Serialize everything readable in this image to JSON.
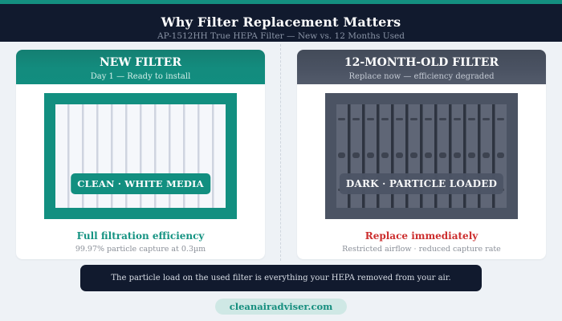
{
  "header": {
    "title": "Why Filter Replacement Matters",
    "subtitle": "AP-1512HH True HEPA Filter — New vs. 12 Months Used"
  },
  "colors": {
    "accent_teal": "#128f80",
    "header_navy": "#111a2e",
    "used_slate": "#4b5363",
    "warning_red": "#cc2e2e",
    "background": "#eef2f6"
  },
  "panels": [
    {
      "title": "NEW FILTER",
      "subtitle": "Day 1 — Ready to install",
      "image_label": "CLEAN · WHITE MEDIA",
      "verdict": "Full filtration efficiency",
      "detail": "99.97% particle capture at 0.3µm"
    },
    {
      "title": "12-MONTH-OLD FILTER",
      "subtitle": "Replace now — efficiency degraded",
      "image_label": "DARK · PARTICLE LOADED",
      "verdict": "Replace immediately",
      "detail": "Restricted airflow · reduced capture rate"
    }
  ],
  "banner": {
    "text": "The particle load on the used filter is everything your HEPA removed from your air."
  },
  "footer": {
    "url": "cleanairadviser.com"
  }
}
